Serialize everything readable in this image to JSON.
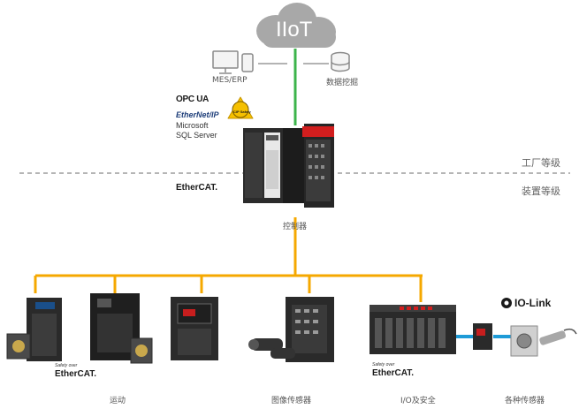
{
  "cloud": {
    "label": "IIoT"
  },
  "it_layer": {
    "mes_label": "MES/ERP",
    "data_label": "数据挖掘"
  },
  "protocols": {
    "opc": "OPC UA",
    "ethernetip": "EtherNet/IP",
    "sql_line1": "Microsoft",
    "sql_line2": "SQL Server",
    "safety_badge": "CIP Safety"
  },
  "levels": {
    "factory": "工厂等级",
    "device": "装置等级"
  },
  "ethercat": {
    "logo": "EtherCAT.",
    "safety_over": "Safety over"
  },
  "controller": {
    "label": "控制器"
  },
  "groups": [
    {
      "label": "运动"
    },
    {
      "label": "图像传感器"
    },
    {
      "label": "I/O及安全"
    },
    {
      "label": "各种传感器"
    }
  ],
  "iolink": {
    "label": "IO-Link"
  },
  "colors": {
    "bus": "#f5a800",
    "iiot_link": "#3cb44b",
    "iolink_link": "#1e9bd7",
    "divider": "#b5b5b5",
    "cloud": "#a9a9a9"
  }
}
